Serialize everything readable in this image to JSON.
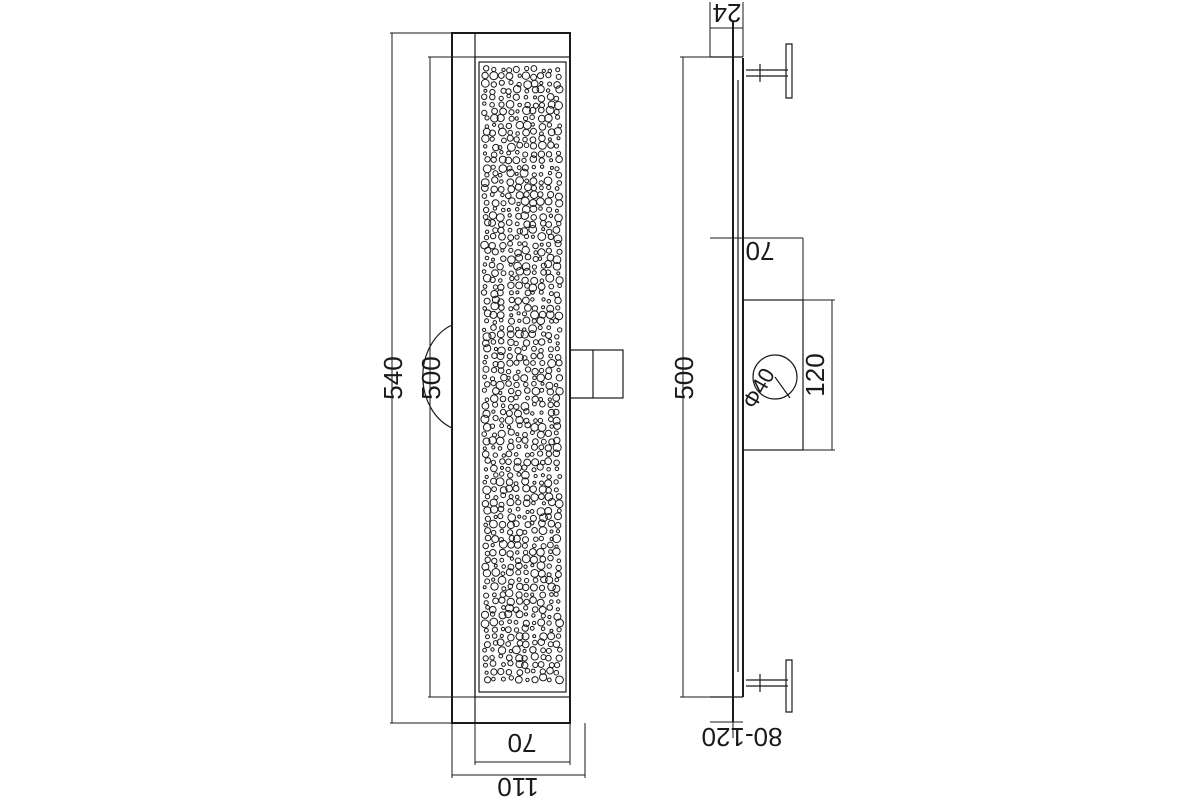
{
  "front_view": {
    "overall_length_label": "540",
    "grate_length_label": "500",
    "overall_width_label": "110",
    "grate_width_label": "70"
  },
  "side_view": {
    "thickness_label": "24",
    "length_label": "500",
    "outlet_offset_label": "70",
    "outlet_height_label": "120",
    "outlet_diameter_label": "Φ40",
    "adjust_height_label": "80-120"
  },
  "colors": {
    "line": "#1a1a1a",
    "background": "#ffffff"
  }
}
